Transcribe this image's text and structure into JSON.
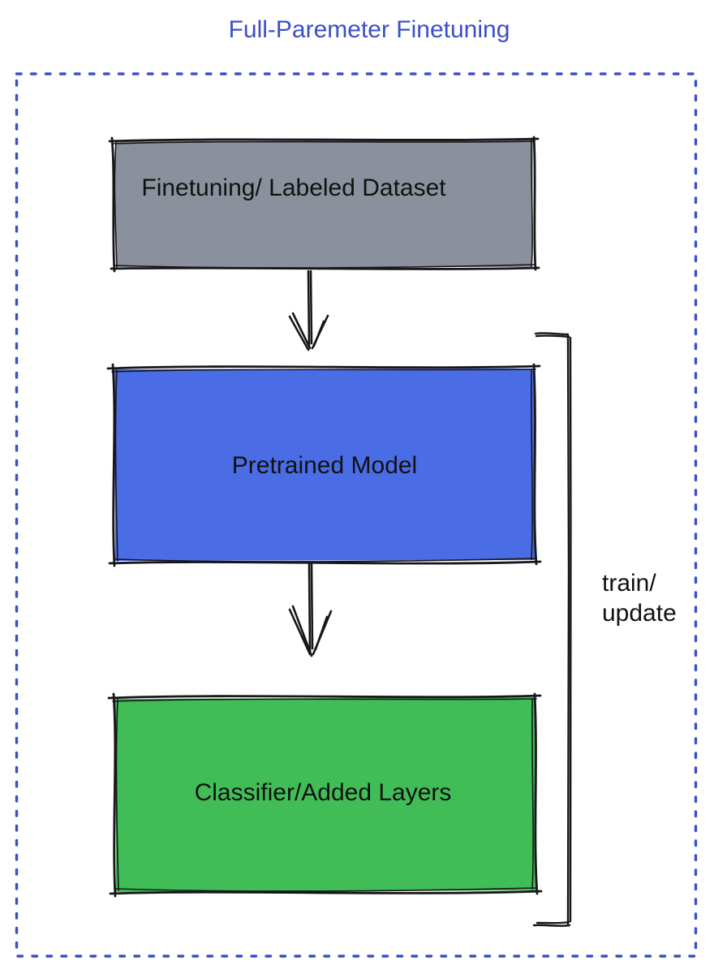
{
  "diagram": {
    "title": "Full-Paremeter Finetuning",
    "title_color": "#3b4fc8",
    "border_color": "#3b4fc8",
    "sketch_stroke_color": "#17171a",
    "label_text_color": "#111111",
    "nodes": [
      {
        "id": "finetuning-dataset",
        "label": "Finetuning/ Labeled Dataset",
        "fill": "#8a919c"
      },
      {
        "id": "pretrained-model",
        "label": "Pretrained Model",
        "fill": "#4a6ce5"
      },
      {
        "id": "classifier-added-layers",
        "label": "Classifier/Added Layers",
        "fill": "#41bd58"
      }
    ],
    "edges": [
      {
        "from": "finetuning-dataset",
        "to": "pretrained-model",
        "style": "hand-drawn-arrow-down"
      },
      {
        "from": "pretrained-model",
        "to": "classifier-added-layers",
        "style": "hand-drawn-arrow-down"
      }
    ],
    "bracket": {
      "side": "right",
      "label": "train/\nupdate"
    }
  }
}
